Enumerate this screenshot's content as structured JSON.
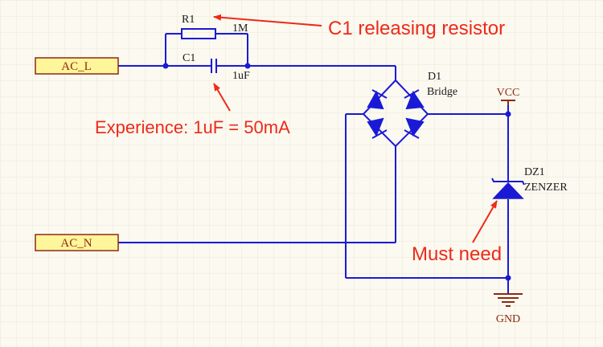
{
  "ports": {
    "ac_l": "AC_L",
    "ac_n": "AC_N"
  },
  "components": {
    "r1": {
      "ref": "R1",
      "value": "1M"
    },
    "c1": {
      "ref": "C1",
      "value": "1uF"
    },
    "d1": {
      "ref": "D1",
      "value": "Bridge"
    },
    "dz1": {
      "ref": "DZ1",
      "value": "ZENZER"
    }
  },
  "power": {
    "vcc": "VCC",
    "gnd": "GND"
  },
  "annotations": {
    "c1_note": "C1 releasing resistor",
    "capacitor_note": "Experience: 1uF = 50mA",
    "zener_note": "Must need"
  },
  "colors": {
    "wire": "#1a1ad6",
    "component": "#1a1ad6",
    "port_fill": "#fff59a",
    "port_border": "#8c2a10",
    "power_symbol": "#8c2a10",
    "annotation": "#ee2a1a",
    "grid": "#e8e4d4",
    "background": "#fbf9f0"
  }
}
